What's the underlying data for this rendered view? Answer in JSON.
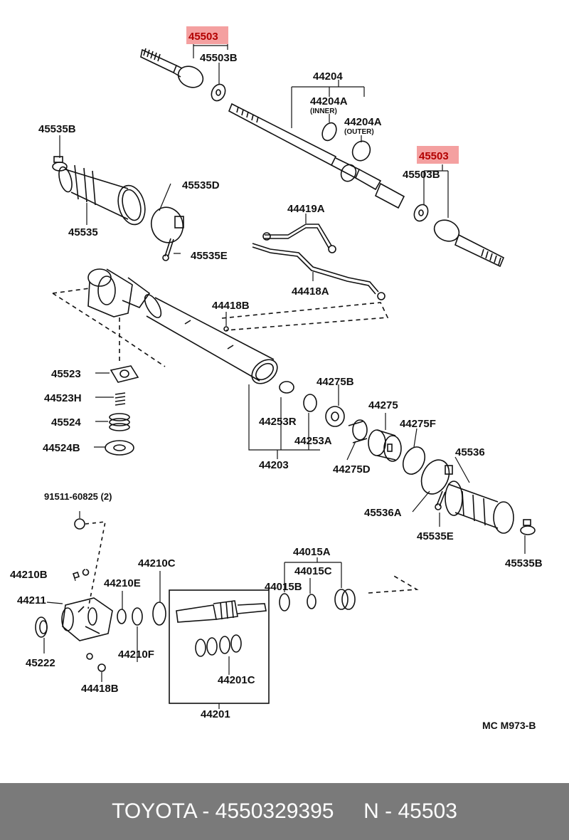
{
  "labels": {
    "p45503_top": "45503",
    "p45503B_top": "45503B",
    "p44204": "44204",
    "p44204A_inner": "44204A",
    "inner": "(INNER)",
    "p44204A_outer": "44204A",
    "outer": "(OUTER)",
    "p45503_right": "45503",
    "p45503B_right": "45503B",
    "p45535B_top": "45535B",
    "p45535D": "45535D",
    "p45535": "45535",
    "p45535E_top": "45535E",
    "p44419A": "44419A",
    "p44418A": "44418A",
    "p44418B_top": "44418B",
    "p45523": "45523",
    "p44523H": "44523H",
    "p45524": "45524",
    "p44524B": "44524B",
    "p44253R": "44253R",
    "p44253A": "44253A",
    "p44203": "44203",
    "p44275B": "44275B",
    "p44275": "44275",
    "p44275F": "44275F",
    "p44275D": "44275D",
    "p45536": "45536",
    "p45536A": "45536A",
    "p45535E_bottom": "45535E",
    "p45535B_bottom": "45535B",
    "p91511": "91511-60825 (2)",
    "p44210B": "44210B",
    "p44210C": "44210C",
    "p44210E": "44210E",
    "p44210F": "44210F",
    "p44211": "44211",
    "p45222": "45222",
    "p44418B_bottom": "44418B",
    "p44015A": "44015A",
    "p44015B": "44015B",
    "p44015C": "44015C",
    "p44201C": "44201C",
    "p44201": "44201",
    "diagram_code": "MC M973-B"
  },
  "highlight_color": "#f4a0a0",
  "footer": {
    "text": "TOYOTA - 4550329395     N - 45503",
    "background": "#7a7a7a"
  }
}
